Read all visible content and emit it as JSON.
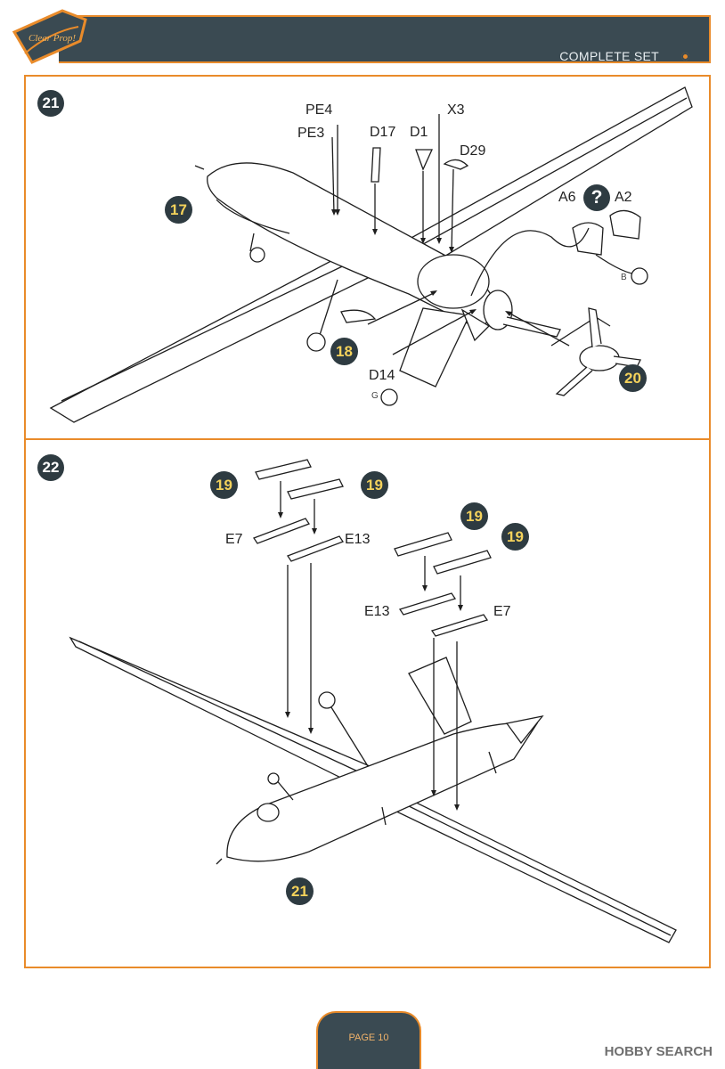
{
  "header": {
    "logo_text": "Clear Prop!",
    "set_title": "COMPLETE SET"
  },
  "step21": {
    "number": "21",
    "parts": [
      "PE4",
      "PE3",
      "D17",
      "D1",
      "X3",
      "D29",
      "A6",
      "A2",
      "D14"
    ],
    "sprue_b": "B",
    "sprue_g": "G",
    "help_symbol": "?",
    "refs": [
      "17",
      "18",
      "20"
    ]
  },
  "step22": {
    "number": "22",
    "parts": [
      "E7",
      "E13",
      "E13",
      "E7"
    ],
    "refs": [
      "19",
      "19",
      "19",
      "19",
      "21"
    ]
  },
  "footer": {
    "page_label": "PAGE 10",
    "watermark": "HOBBY SEARCH"
  }
}
